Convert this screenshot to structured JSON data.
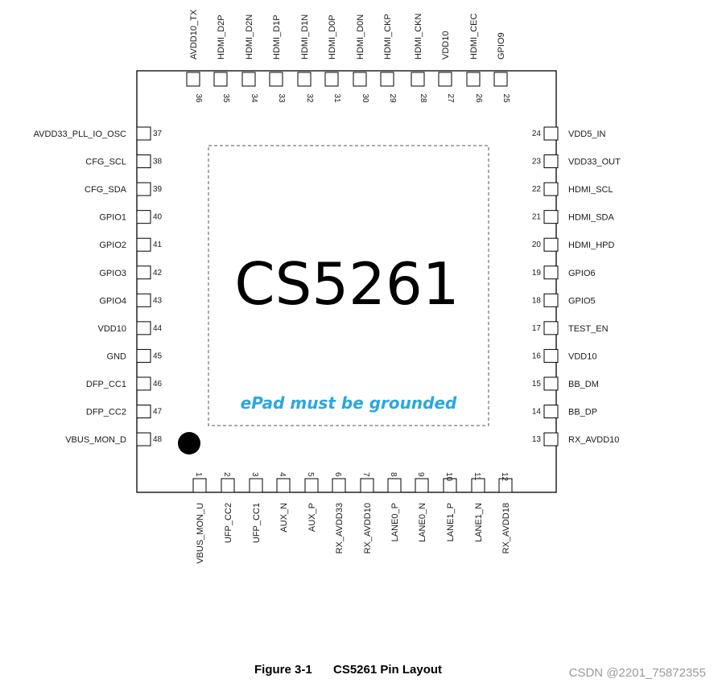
{
  "chip": {
    "name": "CS5261",
    "epad_note": "ePad must be grounded",
    "note_color": "#29a8e0",
    "body_color": "#000000"
  },
  "pins": {
    "top": [
      {
        "num": "36",
        "label": "AVDD10_TX"
      },
      {
        "num": "35",
        "label": "HDMI_D2P"
      },
      {
        "num": "34",
        "label": "HDMI_D2N"
      },
      {
        "num": "33",
        "label": "HDMI_D1P"
      },
      {
        "num": "32",
        "label": "HDMI_D1N"
      },
      {
        "num": "31",
        "label": "HDMI_D0P"
      },
      {
        "num": "30",
        "label": "HDMI_D0N"
      },
      {
        "num": "29",
        "label": "HDMI_CKP"
      },
      {
        "num": "28",
        "label": "HDMI_CKN"
      },
      {
        "num": "27",
        "label": "VDD10"
      },
      {
        "num": "26",
        "label": "HDMI_CEC"
      },
      {
        "num": "25",
        "label": "GPIO9"
      }
    ],
    "left": [
      {
        "num": "37",
        "label": "AVDD33_PLL_IO_OSC"
      },
      {
        "num": "38",
        "label": "CFG_SCL"
      },
      {
        "num": "39",
        "label": "CFG_SDA"
      },
      {
        "num": "40",
        "label": "GPIO1"
      },
      {
        "num": "41",
        "label": "GPIO2"
      },
      {
        "num": "42",
        "label": "GPIO3"
      },
      {
        "num": "43",
        "label": "GPIO4"
      },
      {
        "num": "44",
        "label": "VDD10"
      },
      {
        "num": "45",
        "label": "GND"
      },
      {
        "num": "46",
        "label": "DFP_CC1"
      },
      {
        "num": "47",
        "label": "DFP_CC2"
      },
      {
        "num": "48",
        "label": "VBUS_MON_D"
      }
    ],
    "right": [
      {
        "num": "24",
        "label": "VDD5_IN"
      },
      {
        "num": "23",
        "label": "VDD33_OUT"
      },
      {
        "num": "22",
        "label": "HDMI_SCL"
      },
      {
        "num": "21",
        "label": "HDMI_SDA"
      },
      {
        "num": "20",
        "label": "HDMI_HPD"
      },
      {
        "num": "19",
        "label": "GPIO6"
      },
      {
        "num": "18",
        "label": "GPIO5"
      },
      {
        "num": "17",
        "label": "TEST_EN"
      },
      {
        "num": "16",
        "label": "VDD10"
      },
      {
        "num": "15",
        "label": "BB_DM"
      },
      {
        "num": "14",
        "label": "BB_DP"
      },
      {
        "num": "13",
        "label": "RX_AVDD10"
      }
    ],
    "bottom": [
      {
        "num": "1",
        "label": "VBUS_MON_U"
      },
      {
        "num": "2",
        "label": "UFP_CC2"
      },
      {
        "num": "3",
        "label": "UFP_CC1"
      },
      {
        "num": "4",
        "label": "AUX_N"
      },
      {
        "num": "5",
        "label": "AUX_P"
      },
      {
        "num": "6",
        "label": "RX_AVDD33"
      },
      {
        "num": "7",
        "label": "RX_AVDD10"
      },
      {
        "num": "8",
        "label": "LANE0_P"
      },
      {
        "num": "9",
        "label": "LANE0_N"
      },
      {
        "num": "10",
        "label": "LANE1_P"
      },
      {
        "num": "11",
        "label": "LANE1_N"
      },
      {
        "num": "12",
        "label": "RX_AVDD18"
      }
    ]
  },
  "caption": {
    "figure": "Figure 3-1",
    "title": "CS5261 Pin Layout"
  },
  "watermark": "CSDN @2201_75872355"
}
